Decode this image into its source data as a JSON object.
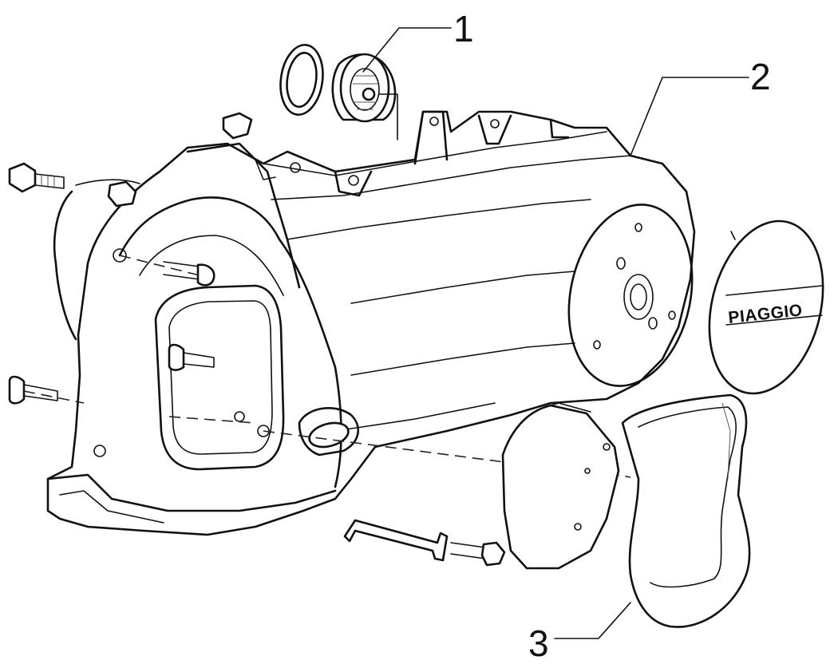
{
  "callouts": [
    {
      "id": "1",
      "label": "1"
    },
    {
      "id": "2",
      "label": "2"
    },
    {
      "id": "3",
      "label": "3"
    }
  ],
  "logo": {
    "text": "PIAGGIO"
  }
}
